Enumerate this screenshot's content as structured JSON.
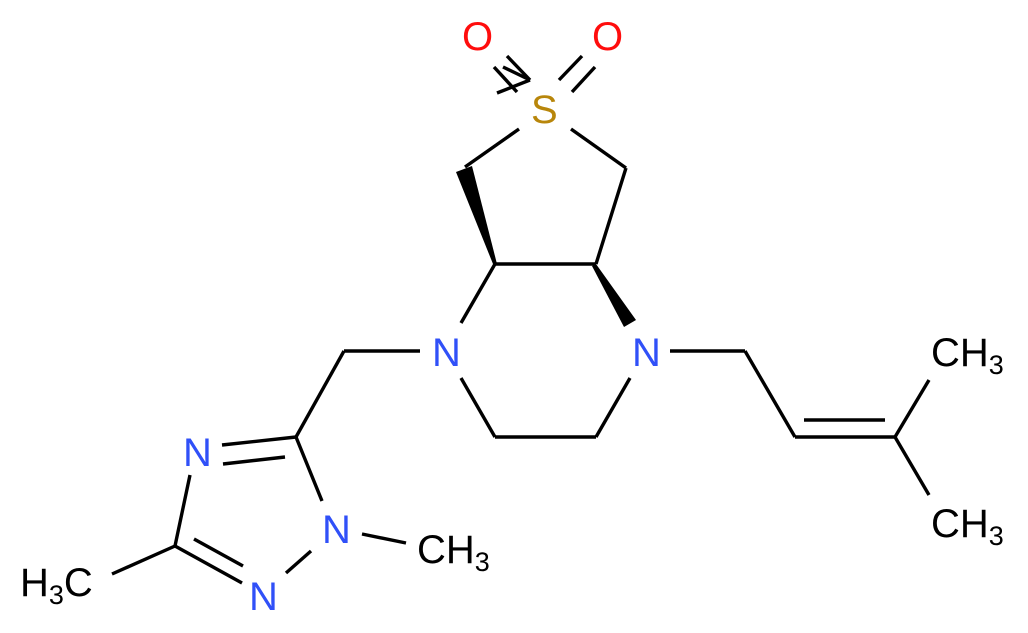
{
  "diagram": {
    "type": "chemical-structure",
    "atoms": {
      "o_left": {
        "label": "O",
        "color": "#ff0d0d"
      },
      "o_right": {
        "label": "O",
        "color": "#ff0d0d"
      },
      "sulfur": {
        "label": "S",
        "color": "#b8860b"
      },
      "n_left": {
        "label": "N",
        "color": "#3050f8"
      },
      "n_right": {
        "label": "N",
        "color": "#3050f8"
      },
      "n_triazole_4": {
        "label": "N",
        "color": "#3050f8"
      },
      "n_triazole_1": {
        "label": "N",
        "color": "#3050f8"
      },
      "n_triazole_2": {
        "label": "N",
        "color": "#3050f8"
      },
      "ch3_top_right": {
        "main": "CH",
        "sub": "3",
        "color": "#000000"
      },
      "ch3_bottom_right": {
        "main": "CH",
        "sub": "3",
        "color": "#000000"
      },
      "ch3_n_methyl": {
        "main": "CH",
        "sub": "3",
        "color": "#000000"
      },
      "h3c_left": {
        "main_h": "H",
        "sub": "3",
        "main_c": "C",
        "color": "#000000"
      }
    }
  }
}
